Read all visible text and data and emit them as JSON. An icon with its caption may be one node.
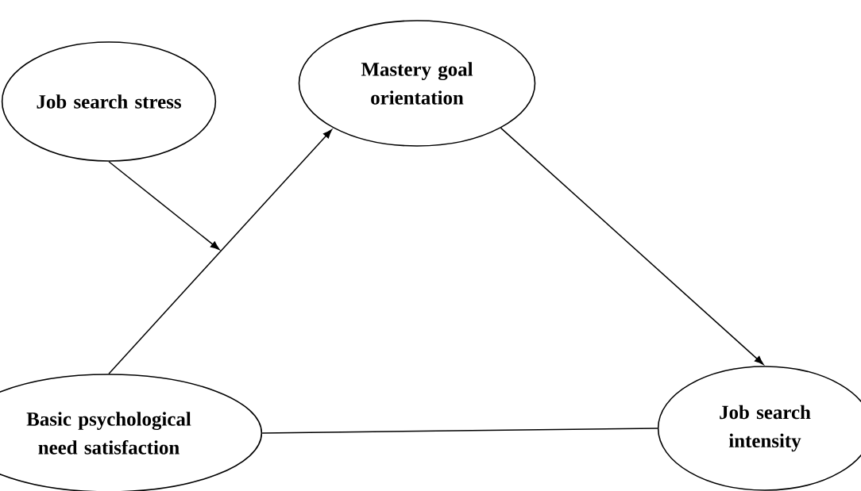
{
  "diagram": {
    "nodes": [
      {
        "text": [
          "Job search stress"
        ]
      },
      {
        "text": [
          "Mastery goal orientation"
        ]
      },
      {
        "text": [
          "Basic psychological need satisfaction"
        ]
      },
      {
        "text": [
          "Job search intensity"
        ]
      }
    ],
    "edges": [
      {
        "from": 2,
        "to": 1,
        "arrow": "to"
      },
      {
        "from": 0,
        "to": null,
        "arrow": "to"
      },
      {
        "from": 1,
        "to": 3,
        "arrow": "to"
      },
      {
        "from": 2,
        "to": 3,
        "arrow": "none"
      }
    ]
  }
}
